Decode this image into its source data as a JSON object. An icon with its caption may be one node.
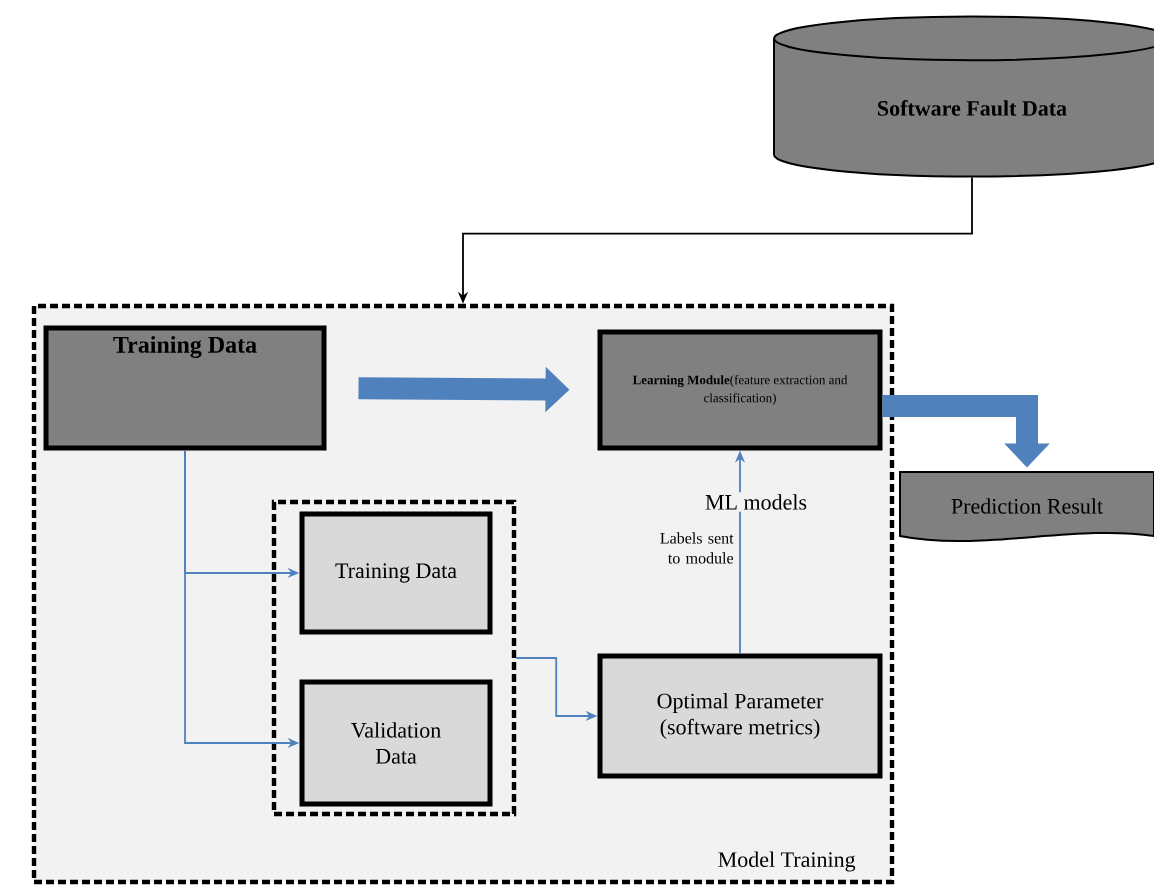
{
  "diagram": {
    "nodes": [
      {
        "text": [
          "Software Fault Data"
        ]
      },
      {
        "text": [
          "Model Training"
        ]
      },
      {
        "text": [
          "Training Data"
        ],
        "in": 1
      },
      {
        "text": [
          "**Learning Module**(feature extraction and classification)"
        ],
        "in": 1
      },
      {
        "text": [],
        "shape": "box",
        "in": 1
      },
      {
        "text": [
          "Training Data"
        ],
        "in": 4
      },
      {
        "text": [
          "Validation Data"
        ],
        "in": 4
      },
      {
        "text": [
          "Optimal Parameter (software metrics)"
        ],
        "in": 1
      },
      {
        "text": [
          "Prediction Result"
        ]
      }
    ],
    "edges": [
      {
        "from": 0,
        "to": 1,
        "arrow": "to",
        "color": "#000000"
      },
      {
        "from": 2,
        "to": 3,
        "arrow": "to",
        "style": "thick"
      },
      {
        "from": 3,
        "to": 8,
        "arrow": "to",
        "style": "thick"
      },
      {
        "from": 2,
        "to": 5,
        "arrow": "to"
      },
      {
        "from": 2,
        "to": 6,
        "arrow": "to"
      },
      {
        "from": 4,
        "to": 7,
        "arrow": "to"
      },
      {
        "from": 7,
        "to": 3,
        "arrow": "to",
        "label": "Labels sent to module"
      }
    ],
    "labels": [
      "ML models"
    ]
  }
}
